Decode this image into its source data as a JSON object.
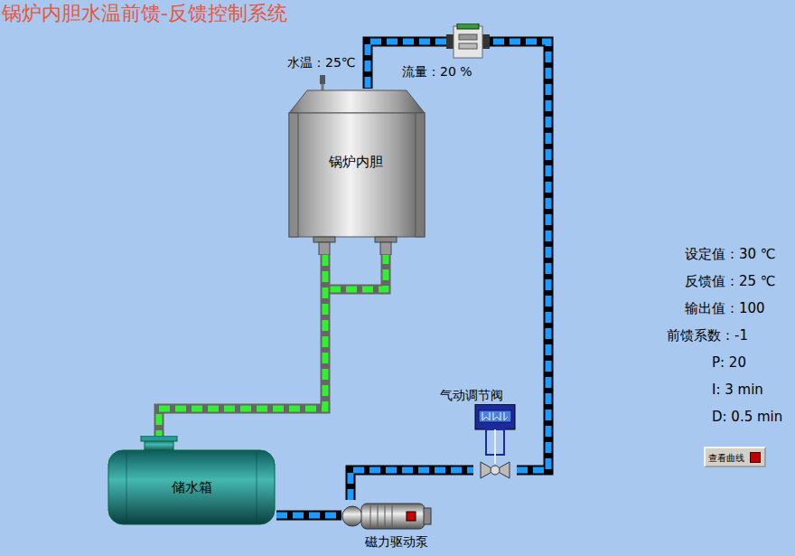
{
  "diagram": {
    "title": "锅炉内胆水温前馈-反馈控制系统",
    "nodes": [
      {
        "text": [
          "锅炉内胆"
        ]
      },
      {
        "text": [
          "储水箱"
        ]
      },
      {
        "text": [
          "磁力驱动泵"
        ]
      },
      {
        "text": [
          "气动调节阀"
        ]
      },
      {
        "text": [
          "流量：20 %"
        ]
      },
      {
        "text": [
          "查看曲线"
        ]
      }
    ],
    "edges": [
      {
        "from": 1,
        "to": 2,
        "arrow": "none"
      },
      {
        "from": 2,
        "to": 3,
        "arrow": "none"
      },
      {
        "from": 3,
        "to": 4,
        "arrow": "none"
      },
      {
        "from": 4,
        "to": 0,
        "arrow": "none"
      },
      {
        "from": 0,
        "to": 1,
        "arrow": "none"
      }
    ],
    "labels": [
      "水温：25℃",
      "设定值：30 ℃",
      "反馈值：25 ℃",
      "输出值：100",
      "前馈系数：-1",
      "P: 20",
      "I: 3 min",
      "D: 0.5 min"
    ]
  }
}
